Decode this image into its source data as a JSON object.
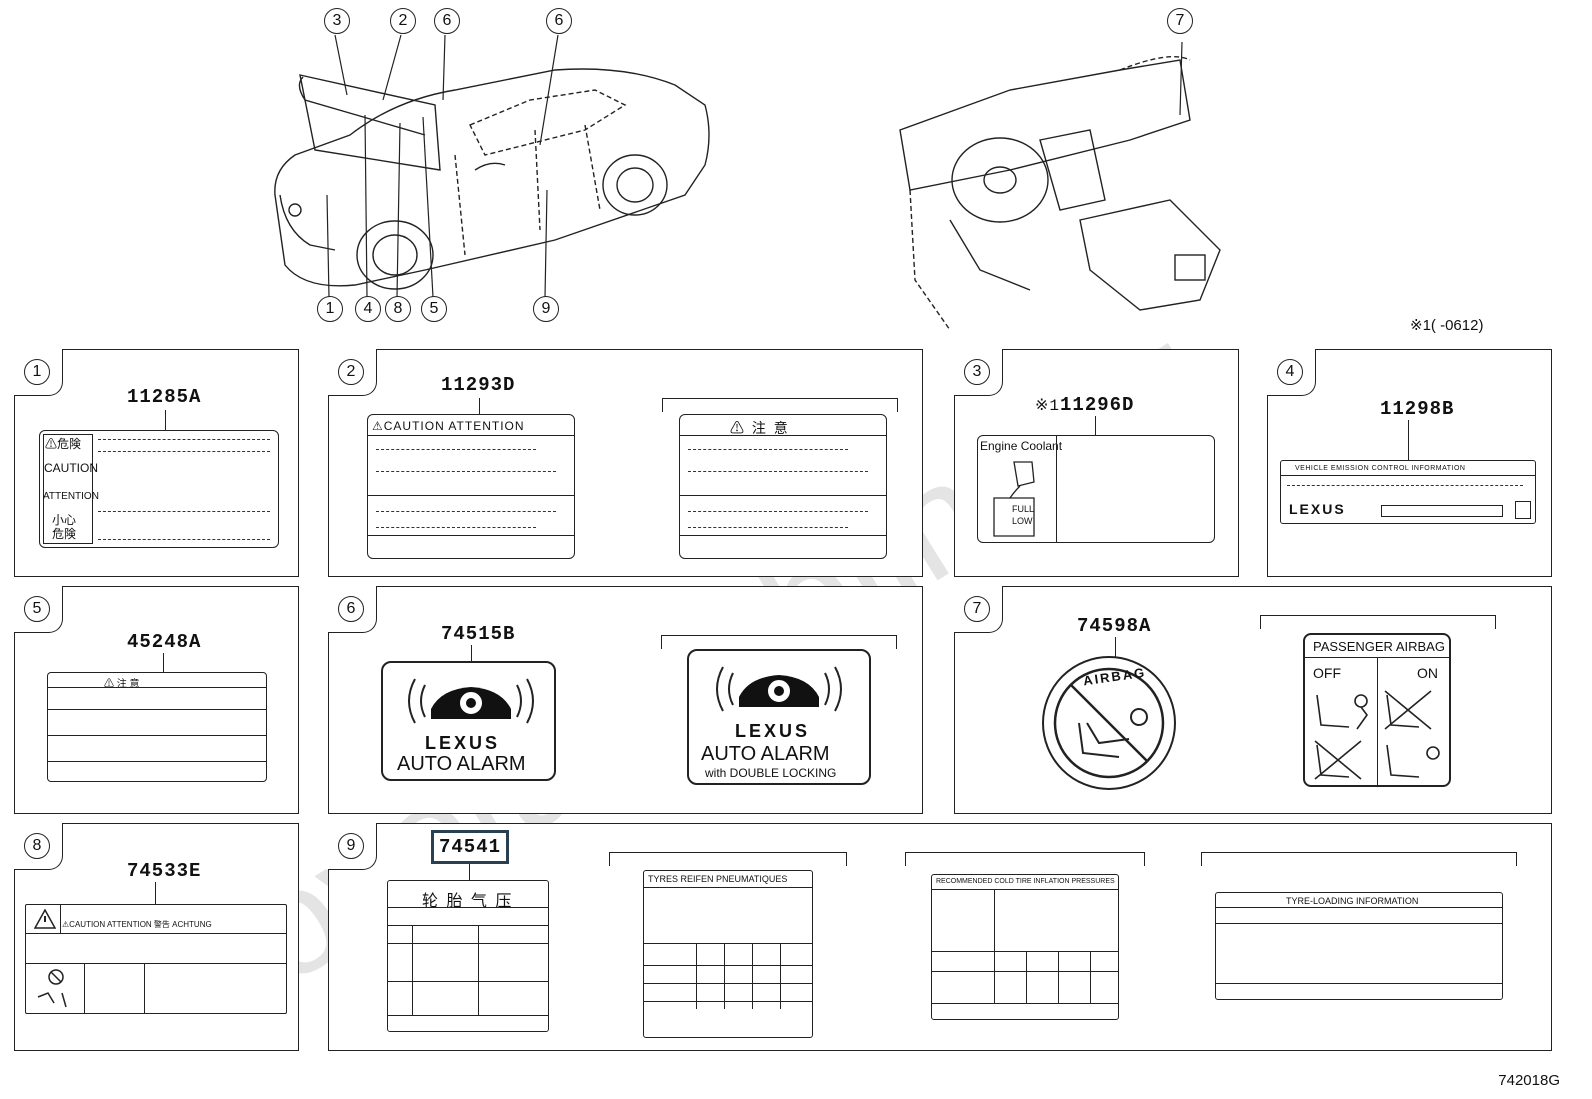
{
  "diagram_code": "742018G",
  "footnote": "※1(      -0612)",
  "watermark": "toyota-clubline.ru",
  "callouts_car": [
    "3",
    "2",
    "6",
    "6",
    "7",
    "1",
    "4",
    "8",
    "5",
    "9"
  ],
  "panels": {
    "p1": {
      "num": "1",
      "part": "11285A",
      "rows": [
        "⚠危険",
        "CAUTION",
        "ATTENTION",
        "小心\n危険"
      ]
    },
    "p2": {
      "num": "2",
      "part": "11293D",
      "label_a": "⚠CAUTION ATTENTION",
      "label_b": "⚠ 注 意"
    },
    "p3": {
      "num": "3",
      "part": "11296D",
      "prefix": "※1",
      "text": "Engine Coolant",
      "full": "FULL",
      "low": "LOW"
    },
    "p4": {
      "num": "4",
      "part": "11298B",
      "header": "VEHICLE EMISSION CONTROL INFORMATION",
      "brand": "LEXUS"
    },
    "p5": {
      "num": "5",
      "part": "45248A",
      "header": "⚠ 注 意"
    },
    "p6": {
      "num": "6",
      "part": "74515B",
      "brand_a": "LEXUS",
      "alarm_a": "AUTO ALARM",
      "brand_b": "LEXUS",
      "alarm_b": "AUTO ALARM",
      "sub_b": "with DOUBLE LOCKING"
    },
    "p7": {
      "num": "7",
      "part": "74598A",
      "seal": "AIRBAG",
      "title": "PASSENGER AIRBAG",
      "off": "OFF",
      "on": "ON"
    },
    "p8": {
      "num": "8",
      "part": "74533E",
      "header": "⚠CAUTION ATTENTION 警告 ACHTUNG"
    },
    "p9": {
      "num": "9",
      "part": "74541",
      "label_a": "轮 胎 气 压",
      "label_b": "TYRES  REIFEN  PNEUMATIQUES",
      "label_c": "RECOMMENDED COLD TIRE INFLATION PRESSURES",
      "label_d": "TYRE-LOADING INFORMATION"
    }
  }
}
